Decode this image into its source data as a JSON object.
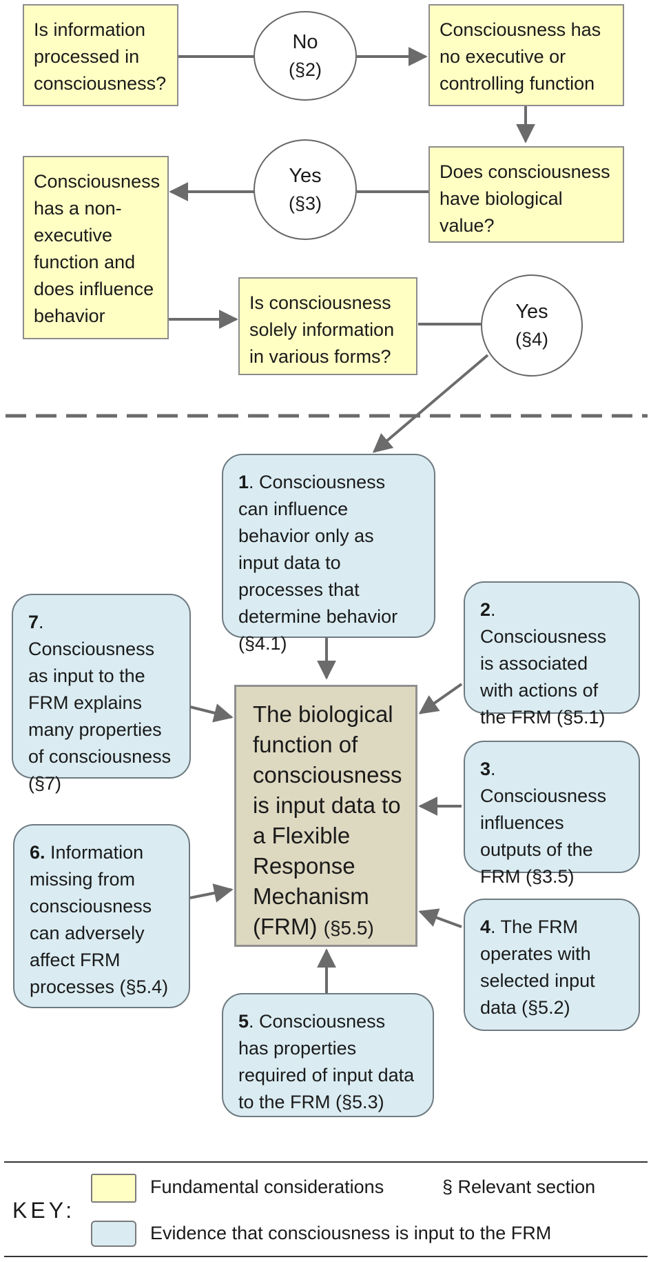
{
  "flow": {
    "q1": "Is information processed in consciousness?",
    "no_circle": {
      "label": "No",
      "ref": "(§2)"
    },
    "r1": "Consciousness has no executive or controlling function",
    "q2": "Does consciousness have biological value?",
    "yes_circle_1": {
      "label": "Yes",
      "ref": "(§3)"
    },
    "r2": "Consciousness has  a non-executive function and does influence behavior",
    "q3": "Is consciousness solely information in various forms?",
    "yes_circle_2": {
      "label": "Yes",
      "ref": "(§4)"
    }
  },
  "center": {
    "text": "The biological function of consciousness is input data to a  Flexible Response Mechanism (FRM)",
    "ref": "(§5.5)"
  },
  "evidence": [
    {
      "num": "1",
      "text": ". Consciousness can influence behavior only as input data to processes that determine behavior (§4.1)"
    },
    {
      "num": "2",
      "text": ". Consciousness is associated with actions of the FRM (§5.1)"
    },
    {
      "num": "3",
      "text": ". Consciousness influences outputs of the FRM (§3.5)"
    },
    {
      "num": "4",
      "text": ". The FRM operates with selected input data (§5.2)"
    },
    {
      "num": "5",
      "text": ". Consciousness has properties required of input data to the FRM (§5.3)"
    },
    {
      "num": "6.",
      "text": " Information missing from consciousness can adversely affect FRM processes (§5.4)"
    },
    {
      "num": "7",
      "text": ". Consciousness as input to the FRM explains many properties of consciousness (§7)"
    }
  ],
  "key": {
    "title": "KEY:",
    "fundamental": "Fundamental considerations",
    "section": "§ Relevant section",
    "evidence": "Evidence that consciousness is input to the FRM"
  },
  "colors": {
    "yellow": "#ffffc4",
    "blue": "#daecf2",
    "center": "#ddd8c0",
    "arrow": "#6b6b6b"
  }
}
